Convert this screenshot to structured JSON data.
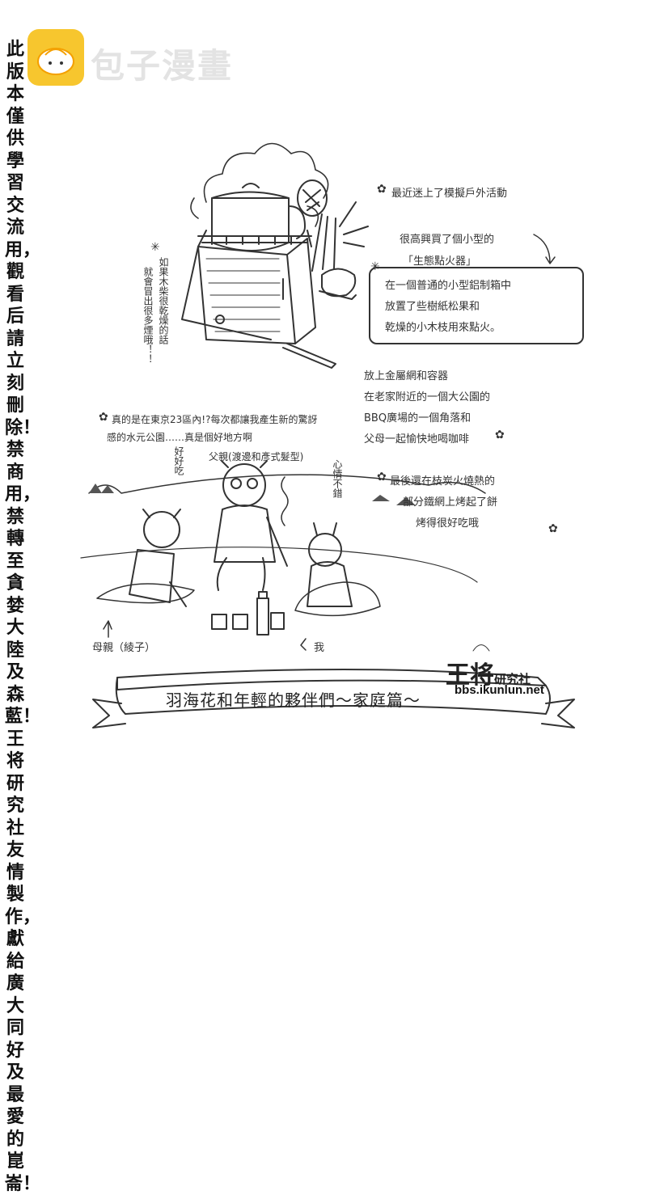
{
  "watermark": {
    "site_name": "包子漫畫",
    "side_notice": "此版本僅供學習交流用，觀看后請立刻刪除！禁商用，禁轉至貪婪大陸及森藍！王将研究社友情製作，獻給廣大同好及最愛的崑崙！"
  },
  "notes": {
    "top_right": "最近迷上了模擬戶外活動",
    "purchase_line1": "很高興買了個小型的",
    "purchase_line2": "「生態點火器」",
    "box_line1": "在一個普通的小型鋁制箱中",
    "box_line2": "放置了些樹紙松果和",
    "box_line3": "乾燥的小木枝用來點火。",
    "left_vertical_1": "如果木柴很乾燥的話",
    "left_vertical_2": "就會冒出很多煙哦！！",
    "middle_line1": "放上金屬網和容器",
    "middle_line2": "在老家附近的一個大公園的",
    "middle_line3": "BBQ廣場的一個角落和",
    "middle_line4": "父母一起愉快地喝咖啡",
    "tokyo_line1": "真的是在東京23區內!?每次都讓我產生新的驚訝",
    "tokyo_line2": "感的水元公園……真是個好地方啊",
    "father_label": "父親(渡邊和彥式髮型)",
    "mother_label": "母親（綾子）",
    "me_label": "我",
    "speech_tasty": "好好吃",
    "speech_mood": "心情不錯",
    "final_line1": "最後還在枝炭火燒熱的",
    "final_line2": "部分鐵網上烤起了餅",
    "final_line3": "烤得很好吃哦"
  },
  "credits": {
    "studio_name": "王将",
    "studio_suffix": "研究社",
    "url": "bbs.ikunlun.net"
  },
  "banner": {
    "title": "羽海花和年輕的夥伴們～家庭篇～"
  },
  "icons": [
    "flower-icon",
    "logo-bun-icon"
  ],
  "colors": {
    "logo_yellow": "#f7c62e",
    "ink": "#222222",
    "watermark_gray": "#e3e3e3"
  }
}
